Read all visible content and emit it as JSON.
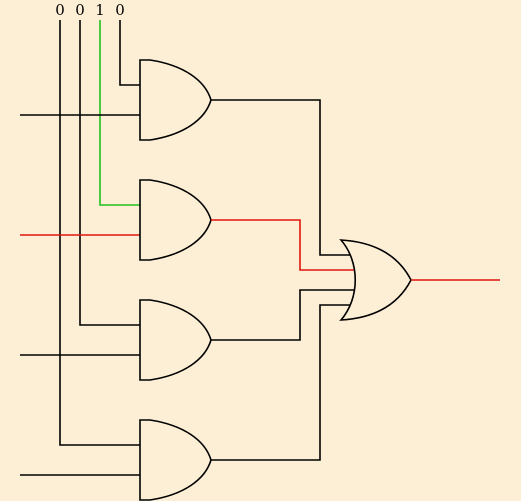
{
  "inputs": {
    "bits": [
      "0",
      "0",
      "1",
      "0"
    ]
  },
  "colors": {
    "background": "#fdefd6",
    "wire": "#000000",
    "active_wire": "#e0140c",
    "selected_line": "#22c01c"
  }
}
